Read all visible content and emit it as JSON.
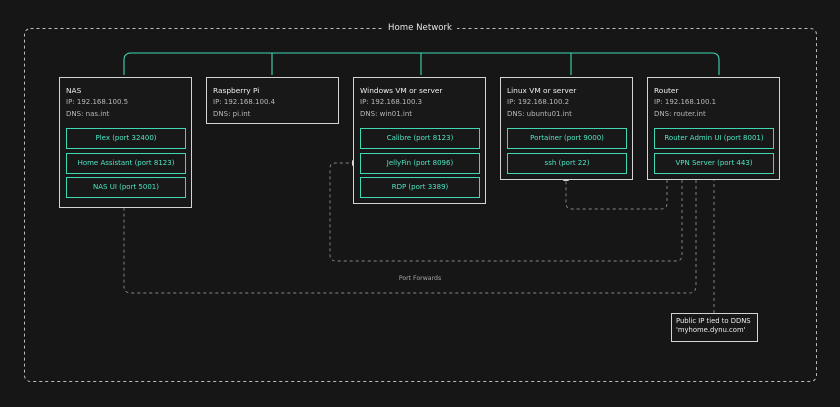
{
  "diagram": {
    "boundary": {
      "title": "Home Network"
    },
    "nodes": [
      {
        "id": "nas",
        "title": "NAS",
        "ip": "IP: 192.168.100.5",
        "dns": "DNS: nas.int",
        "services": [
          "Plex (port 32400)",
          "Home Assistant (port 8123)",
          "NAS UI (port 5001)"
        ]
      },
      {
        "id": "raspberry-pi",
        "title": "Raspberry Pi",
        "ip": "IP: 192.168.100.4",
        "dns": "DNS: pi.int",
        "services": []
      },
      {
        "id": "windows-vm",
        "title": "Windows VM or server",
        "ip": "IP: 192.168.100.3",
        "dns": "DNS: win01.int",
        "services": [
          "Calibre (port 8123)",
          "JellyFin (port 8096)",
          "RDP (port 3389)"
        ]
      },
      {
        "id": "linux-vm",
        "title": "Linux VM or server",
        "ip": "IP: 192.168.100.2",
        "dns": "DNS: ubuntu01.int",
        "services": [
          "Portainer (port 9000)",
          "ssh (port 22)"
        ]
      },
      {
        "id": "router",
        "title": "Router",
        "ip": "IP: 192.168.100.1",
        "dns": "DNS: router.int",
        "services": [
          "Router Admin UI (port 8001)",
          "VPN Server (port 443)"
        ]
      }
    ],
    "edge_label": "Port Forwards",
    "external": {
      "line1": "Public IP tied to DDNS",
      "line2": "'myhome.dynu.com'"
    },
    "colors": {
      "background": "#161616",
      "accent": "#3fd8b4",
      "border": "#d4d4d4",
      "dashed": "#8a8a8a"
    }
  }
}
